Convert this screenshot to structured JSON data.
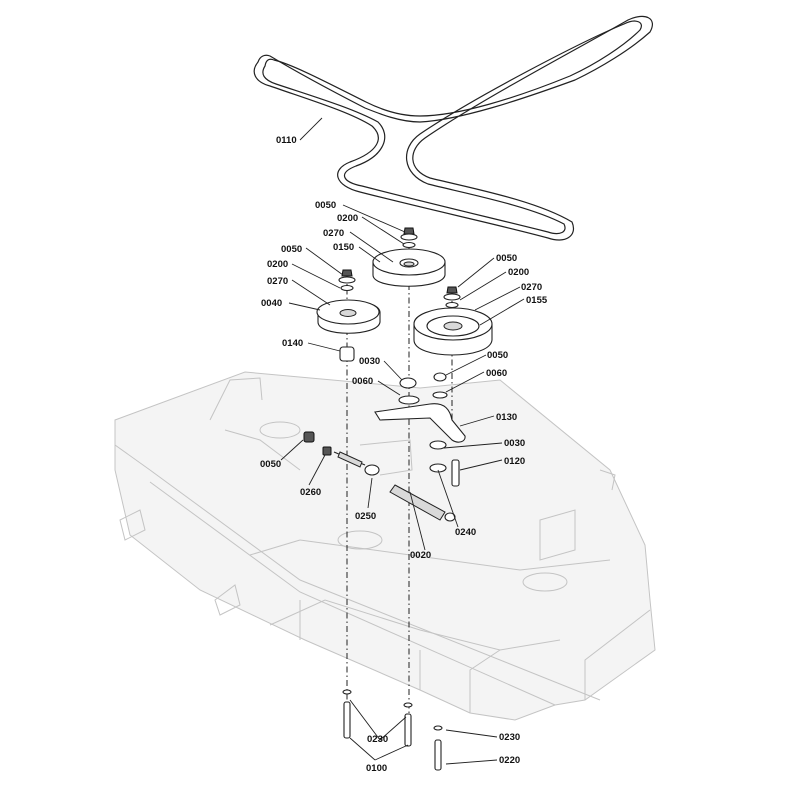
{
  "callouts": {
    "c0110": "0110",
    "c0050_top": "0050",
    "c0200_top": "0200",
    "c0270_top": "0270",
    "c0150": "0150",
    "c0050_left": "0050",
    "c0200_left": "0200",
    "c0270_left": "0270",
    "c0040": "0040",
    "c0050_right": "0050",
    "c0200_right": "0200",
    "c0270_right": "0270",
    "c0155": "0155",
    "c0140": "0140",
    "c0030_a": "0030",
    "c0060_a": "0060",
    "c0050_b": "0050",
    "c0060_b": "0060",
    "c0130": "0130",
    "c0030_b": "0030",
    "c0120": "0120",
    "c0050_c": "0050",
    "c0260": "0260",
    "c0250": "0250",
    "c0240": "0240",
    "c0020": "0020",
    "c0230_a": "0230",
    "c0100": "0100",
    "c0230_b": "0230",
    "c0220": "0220"
  }
}
